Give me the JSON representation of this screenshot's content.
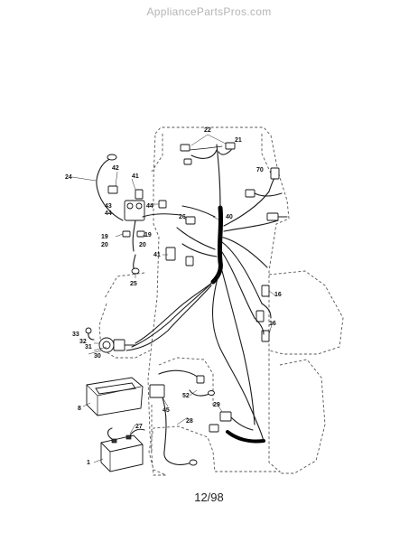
{
  "watermark": "AppliancePartsPros.com",
  "page_number": "12/98",
  "callouts": [
    {
      "id": "22",
      "text": "22"
    },
    {
      "id": "21",
      "text": "21"
    },
    {
      "id": "70",
      "text": "70"
    },
    {
      "id": "24",
      "text": "24"
    },
    {
      "id": "42",
      "text": "42"
    },
    {
      "id": "41",
      "text": "41"
    },
    {
      "id": "43",
      "text": "43"
    },
    {
      "id": "44a",
      "text": "44"
    },
    {
      "id": "44b",
      "text": "44"
    },
    {
      "id": "26",
      "text": "26"
    },
    {
      "id": "40",
      "text": "40"
    },
    {
      "id": "19a",
      "text": "19"
    },
    {
      "id": "19b",
      "text": "19"
    },
    {
      "id": "20a",
      "text": "20"
    },
    {
      "id": "20b",
      "text": "20"
    },
    {
      "id": "41b",
      "text": "41"
    },
    {
      "id": "25",
      "text": "25"
    },
    {
      "id": "16a",
      "text": "16"
    },
    {
      "id": "16b",
      "text": "16"
    },
    {
      "id": "33",
      "text": "33"
    },
    {
      "id": "32",
      "text": "32"
    },
    {
      "id": "31",
      "text": "31"
    },
    {
      "id": "30",
      "text": "30"
    },
    {
      "id": "52",
      "text": "52"
    },
    {
      "id": "29",
      "text": "29"
    },
    {
      "id": "8",
      "text": "8"
    },
    {
      "id": "45",
      "text": "45"
    },
    {
      "id": "28",
      "text": "28"
    },
    {
      "id": "27",
      "text": "27"
    },
    {
      "id": "1",
      "text": "1"
    }
  ]
}
